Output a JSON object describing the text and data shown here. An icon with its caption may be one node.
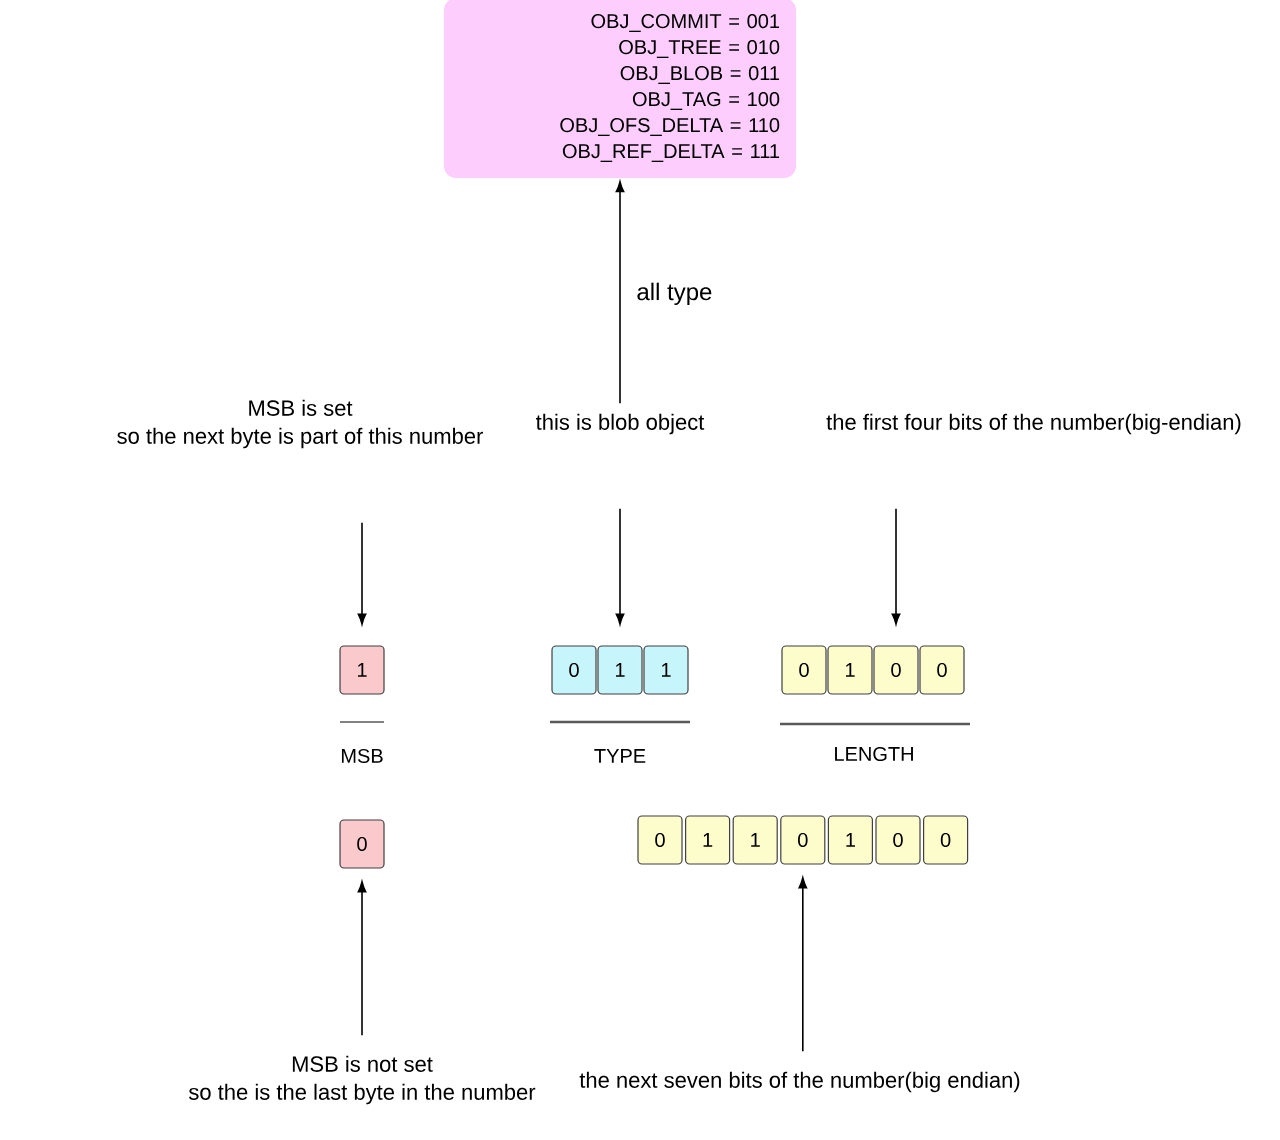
{
  "diagram": {
    "nodes": [
      {
        "text": [
          "OBJ_COMMIT = 001",
          "OBJ_TREE = 010",
          "OBJ_BLOB = 011",
          "OBJ_TAG = 100",
          "OBJ_OFS_DELTA = 110",
          "OBJ_REF_DELTA = 111"
        ]
      },
      {
        "text": [
          "MSB is set",
          "so the next byte is part of this number"
        ]
      },
      {
        "text": [
          "this is blob object"
        ]
      },
      {
        "text": [
          "the first four bits of the number(big-endian)"
        ]
      },
      {
        "text": [
          "1"
        ]
      },
      {
        "text": [
          "0"
        ]
      },
      {
        "text": [
          "1"
        ]
      },
      {
        "text": [
          "1"
        ]
      },
      {
        "text": [
          "0"
        ]
      },
      {
        "text": [
          "1"
        ]
      },
      {
        "text": [
          "0"
        ]
      },
      {
        "text": [
          "0"
        ]
      },
      {
        "text": [
          "0"
        ]
      },
      {
        "text": [
          "0"
        ]
      },
      {
        "text": [
          "1"
        ]
      },
      {
        "text": [
          "1"
        ]
      },
      {
        "text": [
          "0"
        ]
      },
      {
        "text": [
          "1"
        ]
      },
      {
        "text": [
          "0"
        ]
      },
      {
        "text": [
          "0"
        ]
      },
      {
        "text": [
          "MSB is not set",
          "so the is the last byte in the number"
        ]
      },
      {
        "text": [
          "the next seven bits of the number(big endian)"
        ]
      }
    ],
    "edges": [
      {
        "from": 2,
        "to": 0,
        "arrow": "to",
        "label": "all type"
      },
      {
        "from": 1,
        "to": 4,
        "arrow": "to"
      },
      {
        "from": 2,
        "to": 6,
        "arrow": "to"
      },
      {
        "from": 3,
        "to": 10,
        "arrow": "to"
      },
      {
        "from": 20,
        "to": 12,
        "arrow": "to"
      },
      {
        "from": 21,
        "to": 16,
        "arrow": "to"
      }
    ],
    "labels": [
      "MSB",
      "TYPE",
      "LENGTH"
    ]
  }
}
